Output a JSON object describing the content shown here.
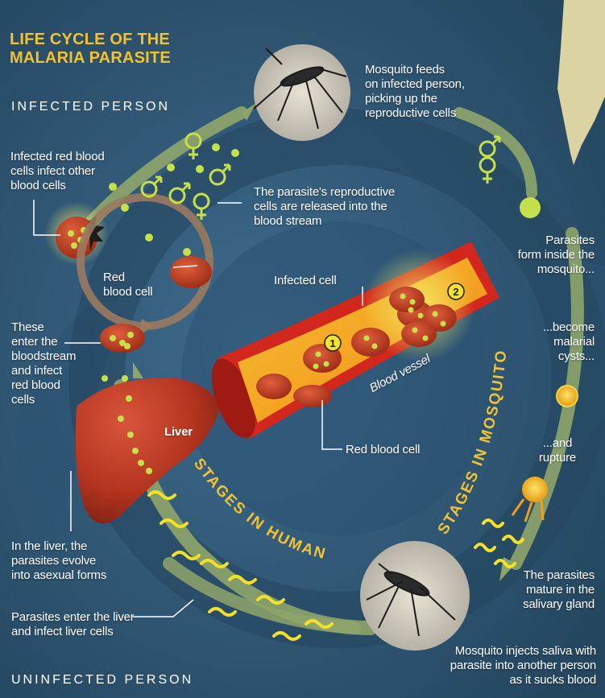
{
  "title_line1": "LIFE CYCLE OF THE",
  "title_line2": "MALARIA PARASITE",
  "section_infected": "INFECTED PERSON",
  "section_uninfected": "UNINFECTED PERSON",
  "arc_human": "STAGES IN HUMAN",
  "arc_mosquito": "STAGES IN MOSQUITO",
  "labels": {
    "mosquito_feeds": [
      "Mosquito feeds",
      "on infected person,",
      "picking up the",
      "reproductive cells"
    ],
    "infected_rbc": [
      "Infected red blood",
      "cells infect other",
      "blood cells"
    ],
    "reproductive_released": [
      "The parasite's reproductive",
      "cells are released into the",
      "blood stream"
    ],
    "parasites_form": [
      "Parasites",
      "form inside the",
      "mosquito..."
    ],
    "red_blood_cell": [
      "Red",
      "blood cell"
    ],
    "infected_cell": "Infected cell",
    "these_enter": [
      "These",
      "enter the",
      "bloodstream",
      "and infect",
      "red blood",
      "cells"
    ],
    "become_cysts": [
      "...become",
      "malarial",
      "cysts..."
    ],
    "blood_vessel": "Blood vessel",
    "liver": "Liver",
    "and_rupture": [
      "...and",
      "rupture"
    ],
    "rbc_vessel": "Red blood cell",
    "liver_evolve": [
      "In the liver, the",
      "parasites evolve",
      "into asexual forms"
    ],
    "mature": [
      "The parasites",
      "mature in the",
      "salivary gland"
    ],
    "enter_liver": [
      "Parasites enter the liver",
      "and infect liver cells"
    ],
    "injects": [
      "Mosquito injects saliva with",
      "parasite into another person",
      "as it sucks blood"
    ],
    "badge_1": "1",
    "badge_2": "2"
  },
  "colors": {
    "background": "#2f5777",
    "title": "#f2c230",
    "arc_text": "#f2c230",
    "parasite": "#c6e04a",
    "cell": "#c0452a",
    "ring": "#3b6a8a"
  }
}
